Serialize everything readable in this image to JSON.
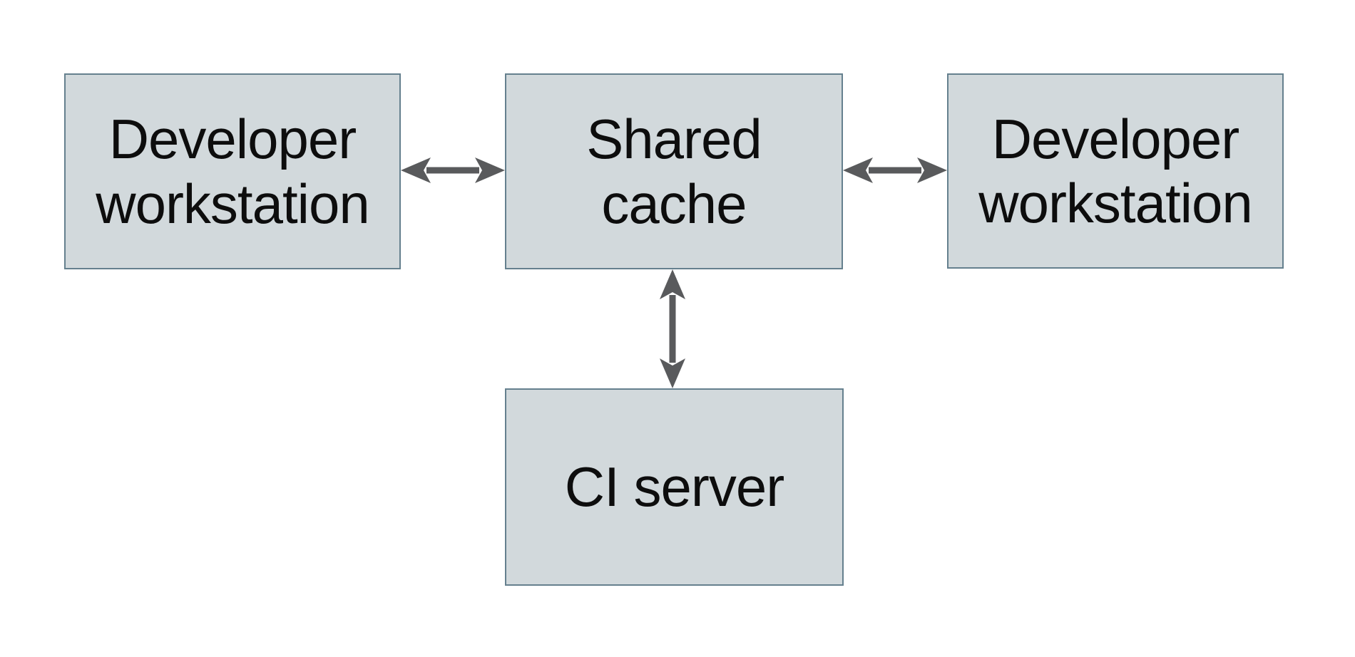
{
  "theme": {
    "page_bg": "#ffffff",
    "box_fill": "#d2d9dc",
    "box_border": "#65808e",
    "arrow_color": "#595a5c",
    "text_color": "#0d0d0d"
  },
  "diagram": {
    "type": "architecture-diagram",
    "nodes": {
      "dev_left": {
        "label": "Developer\nworkstation"
      },
      "cache": {
        "label": "Shared\ncache"
      },
      "dev_right": {
        "label": "Developer\nworkstation"
      },
      "ci": {
        "label": "CI server"
      }
    },
    "edges": [
      {
        "from": "dev_left",
        "to": "cache",
        "direction": "bidirectional",
        "orientation": "horizontal"
      },
      {
        "from": "cache",
        "to": "dev_right",
        "direction": "bidirectional",
        "orientation": "horizontal"
      },
      {
        "from": "cache",
        "to": "ci",
        "direction": "bidirectional",
        "orientation": "vertical"
      }
    ]
  }
}
